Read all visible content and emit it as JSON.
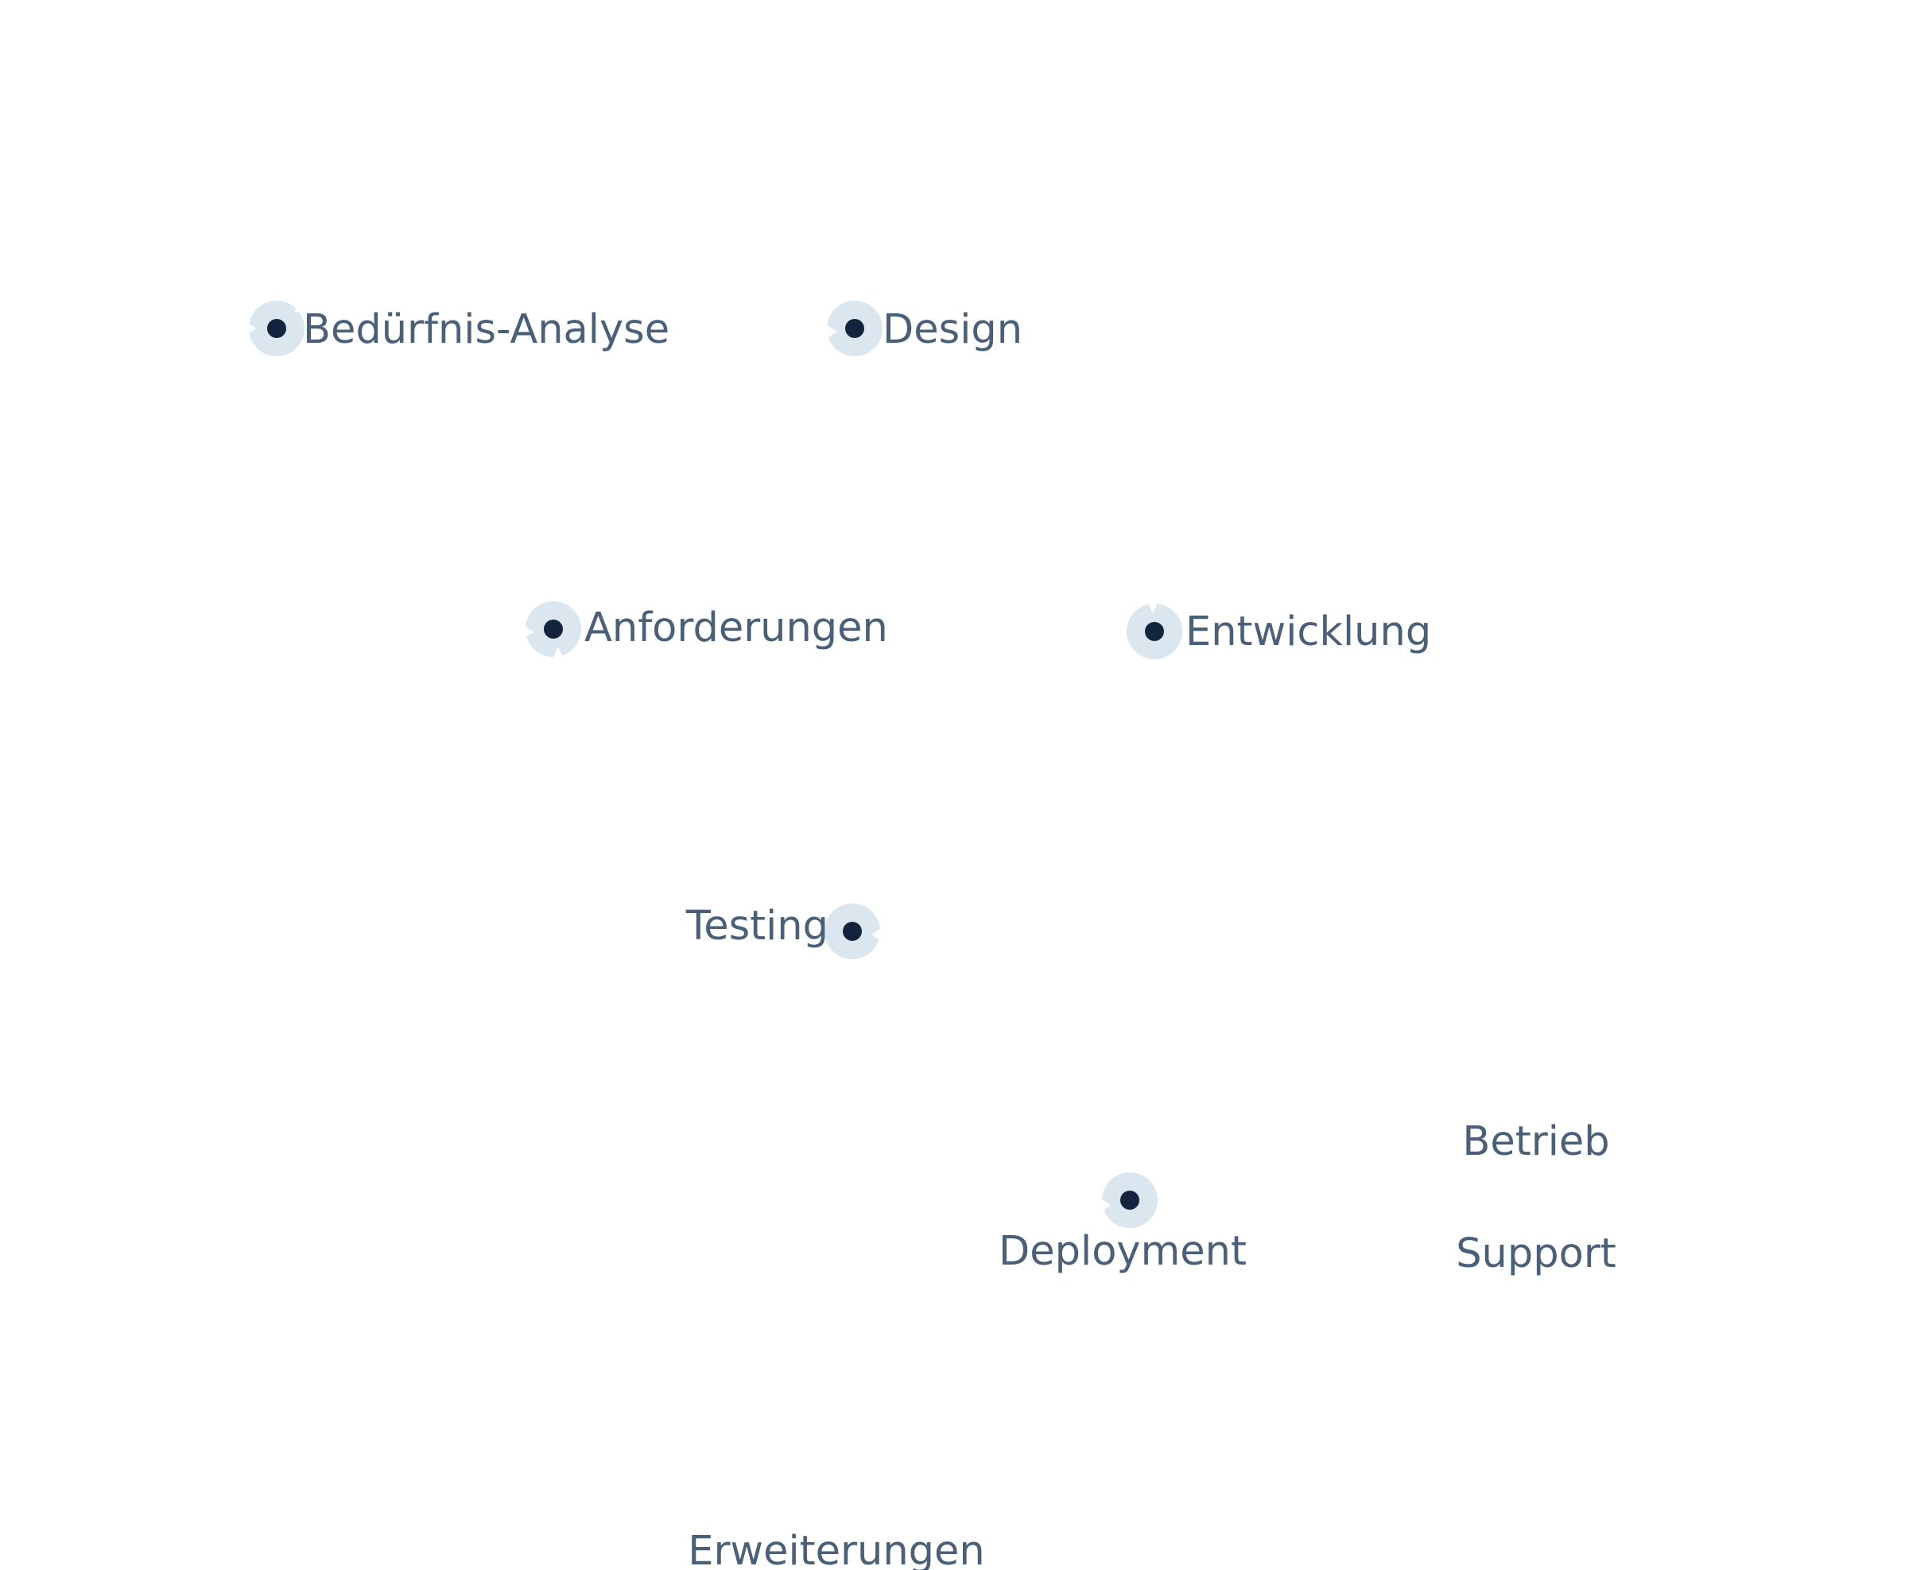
{
  "diagram": {
    "stages": [
      {
        "id": "beduerfnis-analyse",
        "label": "Bedürfnis-Analyse",
        "marker": "dot-icon"
      },
      {
        "id": "design",
        "label": "Design",
        "marker": "dot-icon"
      },
      {
        "id": "anforderungen",
        "label": "Anforderungen",
        "marker": "dot-icon"
      },
      {
        "id": "entwicklung",
        "label": "Entwicklung",
        "marker": "dot-icon"
      },
      {
        "id": "testing",
        "label": "Testing",
        "marker": "dot-icon"
      },
      {
        "id": "deployment",
        "label": "Deployment",
        "marker": "dot-icon"
      },
      {
        "id": "betrieb",
        "label": "Betrieb"
      },
      {
        "id": "support",
        "label": "Support"
      },
      {
        "id": "erweiterungen",
        "label": "Erweiterungen"
      }
    ],
    "colors": {
      "text": "#4a5f78",
      "marker_halo": "#dce6ee",
      "marker_core": "#14243e",
      "background": "#ffffff"
    }
  }
}
